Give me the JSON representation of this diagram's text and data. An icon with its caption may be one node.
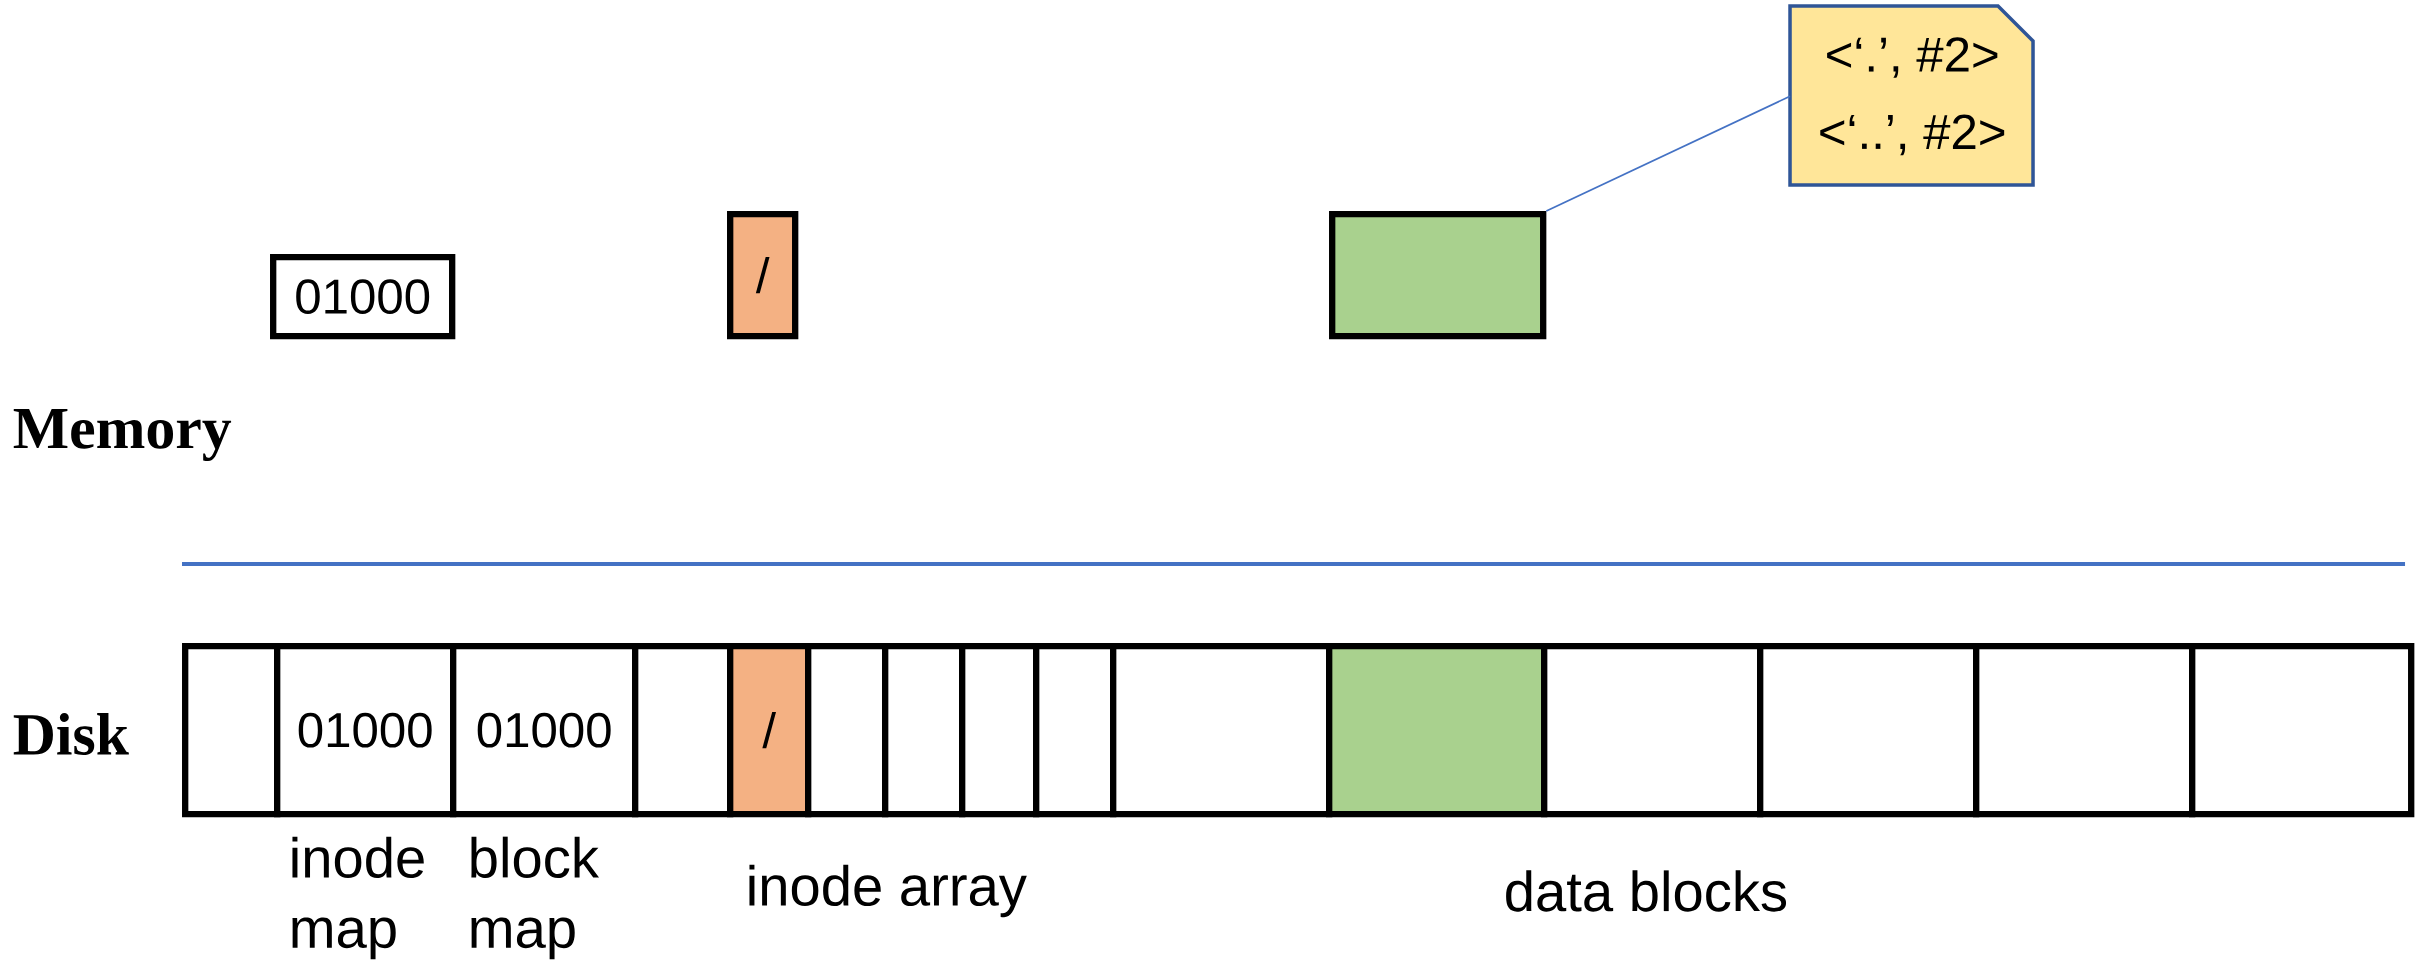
{
  "diagram": {
    "nodes": [
      {
        "text": [
          "<‘.’, #2>",
          "<‘..’, #2>"
        ]
      },
      {
        "text": [
          "01000"
        ]
      },
      {
        "text": [
          "/"
        ]
      },
      {
        "text": [],
        "shape": "box"
      },
      {
        "text": [],
        "shape": "box"
      },
      {
        "text": [
          "01000"
        ]
      },
      {
        "text": [
          "01000"
        ]
      },
      {
        "text": [],
        "shape": "box"
      },
      {
        "text": [
          "/"
        ]
      },
      {
        "text": [],
        "shape": "box"
      },
      {
        "text": [],
        "shape": "box"
      },
      {
        "text": [],
        "shape": "box"
      },
      {
        "text": [],
        "shape": "box"
      },
      {
        "text": [],
        "shape": "box"
      },
      {
        "text": [],
        "shape": "box"
      },
      {
        "text": [],
        "shape": "box"
      },
      {
        "text": [],
        "shape": "box"
      },
      {
        "text": [],
        "shape": "box"
      },
      {
        "text": [],
        "shape": "box"
      }
    ],
    "edges": [
      {
        "from": 0,
        "to": 3,
        "arrow": "none",
        "color": "#4472c4"
      }
    ],
    "labels": [
      "Memory",
      "Disk",
      "inode map",
      "block map",
      "inode array",
      "data blocks"
    ]
  }
}
